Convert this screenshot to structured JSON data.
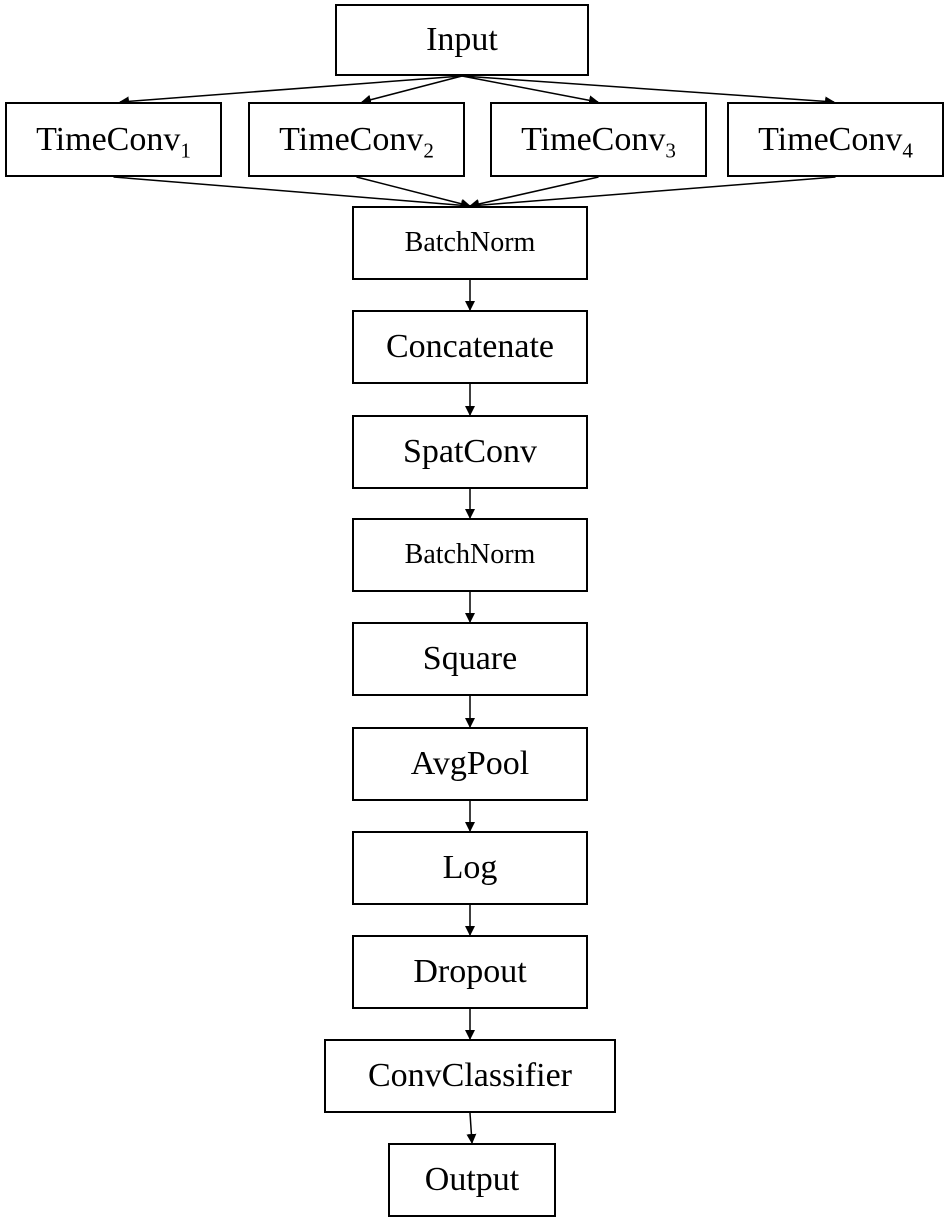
{
  "nodes": {
    "input": "Input",
    "timeconv_base": "TimeConv",
    "timeconv_1_sub": "1",
    "timeconv_2_sub": "2",
    "timeconv_3_sub": "3",
    "timeconv_4_sub": "4",
    "batchnorm_1": "BatchNorm",
    "concatenate": "Concatenate",
    "spatconv": "SpatConv",
    "batchnorm_2": "BatchNorm",
    "square": "Square",
    "avgpool": "AvgPool",
    "log": "Log",
    "dropout": "Dropout",
    "convclassifier": "ConvClassifier",
    "output": "Output"
  },
  "edges": [
    [
      "input",
      "timeconv-1"
    ],
    [
      "input",
      "timeconv-2"
    ],
    [
      "input",
      "timeconv-3"
    ],
    [
      "input",
      "timeconv-4"
    ],
    [
      "timeconv-1",
      "batchnorm-1"
    ],
    [
      "timeconv-2",
      "batchnorm-1"
    ],
    [
      "timeconv-3",
      "batchnorm-1"
    ],
    [
      "timeconv-4",
      "batchnorm-1"
    ],
    [
      "batchnorm-1",
      "concatenate"
    ],
    [
      "concatenate",
      "spatconv"
    ],
    [
      "spatconv",
      "batchnorm-2"
    ],
    [
      "batchnorm-2",
      "square"
    ],
    [
      "square",
      "avgpool"
    ],
    [
      "avgpool",
      "log"
    ],
    [
      "log",
      "dropout"
    ],
    [
      "dropout",
      "convclassifier"
    ],
    [
      "convclassifier",
      "output"
    ]
  ]
}
